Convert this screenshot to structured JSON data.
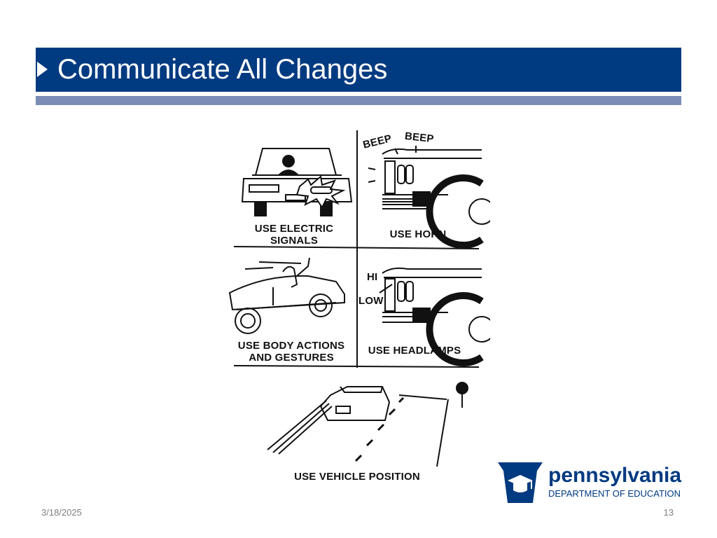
{
  "slide": {
    "title": "Communicate All Changes",
    "date": "3/18/2025",
    "page_number": "13"
  },
  "illustration": {
    "panels": [
      {
        "label_line1": "USE ELECTRIC",
        "label_line2": "SIGNALS"
      },
      {
        "label_line1": "USE HORN"
      },
      {
        "label_line1": "USE BODY ACTIONS",
        "label_line2": "AND GESTURES"
      },
      {
        "label_line1": "USE HEADLAMPS"
      },
      {
        "label_line1": "USE VEHICLE POSITION"
      }
    ],
    "horn_sounds": [
      "BEEP",
      "BEEP"
    ],
    "headlamp_modes": [
      "HI",
      "LOW"
    ]
  },
  "logo": {
    "word": "pennsylvania",
    "subtitle": "DEPARTMENT OF EDUCATION"
  },
  "colors": {
    "title_bar": "#003a80",
    "accent_bar": "#7b8db5",
    "logo_blue": "#003a80",
    "footer_text": "#7f7f7f"
  }
}
